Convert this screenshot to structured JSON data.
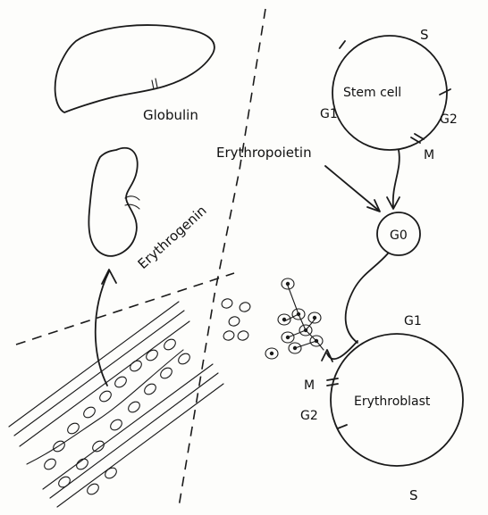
{
  "labels": {
    "globulin": "Globulin",
    "erythropoietin": "Erythropoietin",
    "erythrogenin": "Erythrogenin",
    "stem_cell": "Stem cell",
    "erythroblast": "Erythroblast",
    "g0": "G0",
    "stem_phases": {
      "s": "S",
      "g1": "G1",
      "g2": "G2",
      "m": "M"
    },
    "blast_phases": {
      "g1": "G1",
      "m": "M",
      "g2": "G2",
      "s": "S"
    }
  }
}
